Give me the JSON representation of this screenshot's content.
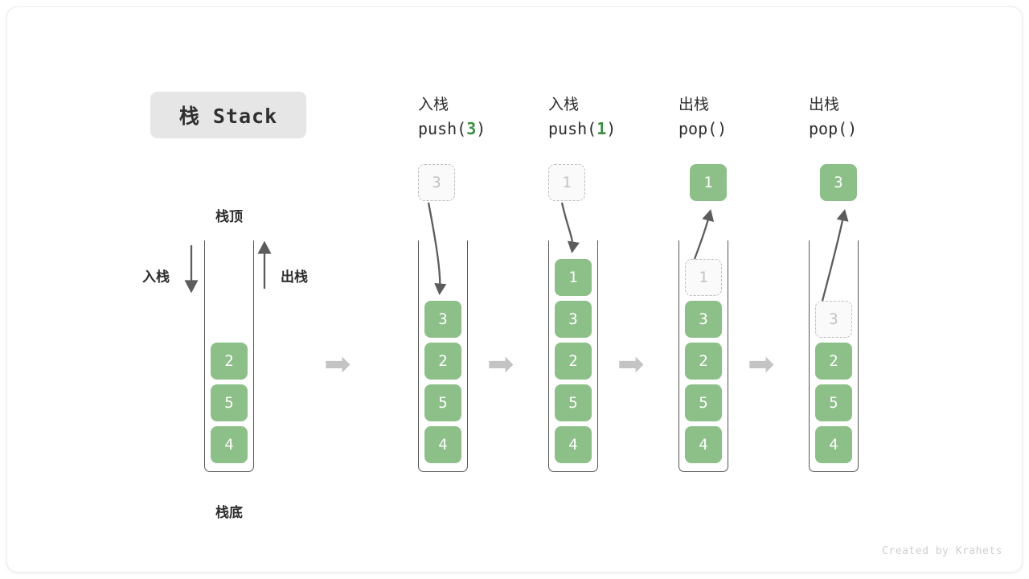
{
  "title": {
    "text": "栈 Stack"
  },
  "legend": {
    "top_label": "栈顶",
    "bottom_label": "栈底",
    "push_label": "入栈",
    "pop_label": "出栈"
  },
  "footer": {
    "credit": "Created by Krahets"
  },
  "colors": {
    "node_green": "#8dbf89",
    "ghost_fill": "#fafafa",
    "ghost_border": "#bdbdbd",
    "arrow_grey": "#5c5c5c",
    "step_arrow_grey": "#c4c4c4",
    "title_chip_bg": "#e6e6e6",
    "text_dark": "#2d2d2d",
    "accent_number": "#3e8c42"
  },
  "step_arrow_glyph": "➡",
  "columns": [
    {
      "id": "initial",
      "heading_cn": "",
      "heading_code_prefix": "",
      "heading_code_value": "",
      "heading_code_suffix": "",
      "stack": [
        "2",
        "5",
        "4"
      ],
      "floating": null,
      "ghost_in_stack": null
    },
    {
      "id": "push-3",
      "heading_cn": "入栈",
      "heading_code_prefix": "push(",
      "heading_code_value": "3",
      "heading_code_suffix": ")",
      "stack": [
        "3",
        "2",
        "5",
        "4"
      ],
      "floating": {
        "value": "3",
        "kind": "ghost"
      },
      "ghost_in_stack": null
    },
    {
      "id": "push-1",
      "heading_cn": "入栈",
      "heading_code_prefix": "push(",
      "heading_code_value": "1",
      "heading_code_suffix": ")",
      "stack": [
        "1",
        "3",
        "2",
        "5",
        "4"
      ],
      "floating": {
        "value": "1",
        "kind": "ghost"
      },
      "ghost_in_stack": null
    },
    {
      "id": "pop-1",
      "heading_cn": "出栈",
      "heading_code_prefix": "pop(",
      "heading_code_value": "",
      "heading_code_suffix": ")",
      "stack": [
        "3",
        "2",
        "5",
        "4"
      ],
      "floating": {
        "value": "1",
        "kind": "solid"
      },
      "ghost_in_stack": {
        "value": "1"
      }
    },
    {
      "id": "pop-3",
      "heading_cn": "出栈",
      "heading_code_prefix": "pop(",
      "heading_code_value": "",
      "heading_code_suffix": ")",
      "stack": [
        "2",
        "5",
        "4"
      ],
      "floating": {
        "value": "3",
        "kind": "solid"
      },
      "ghost_in_stack": {
        "value": "3"
      }
    }
  ]
}
